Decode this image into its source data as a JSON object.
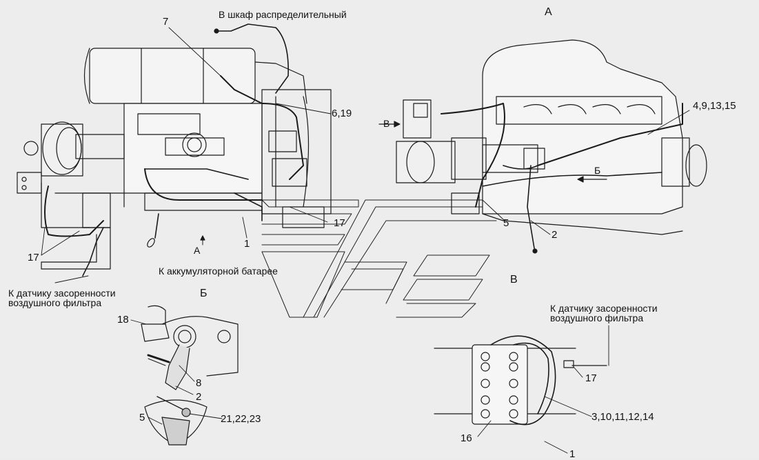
{
  "notes": {
    "to_cabinet": "В шкаф распределительный",
    "to_battery": "К аккумуляторной батарее",
    "to_sensor_left_1": "К датчику засоренности",
    "to_sensor_left_2": "воздушного фильтра",
    "to_sensor_right_1": "К датчику засоренности",
    "to_sensor_right_2": "воздушного фильтра"
  },
  "views": {
    "a_top": "А",
    "a_arrow": "А",
    "b_detail": "Б",
    "b_arrow": "Б",
    "v_detail": "В",
    "v_arrow": "В"
  },
  "callouts": {
    "c7": "7",
    "c6_19": "6,19",
    "c17_center": "17",
    "c1_center": "1",
    "c17_left": "17",
    "c4_9_13_15": "4,9,13,15",
    "c5_right": "5",
    "c2_right": "2",
    "c18": "18",
    "c8": "8",
    "c2_b": "2",
    "c5_b": "5",
    "c21_22_23": "21,22,23",
    "c17_v": "17",
    "c3_10_11_12_14": "3,10,11,12,14",
    "c16": "16",
    "c1_v": "1"
  }
}
